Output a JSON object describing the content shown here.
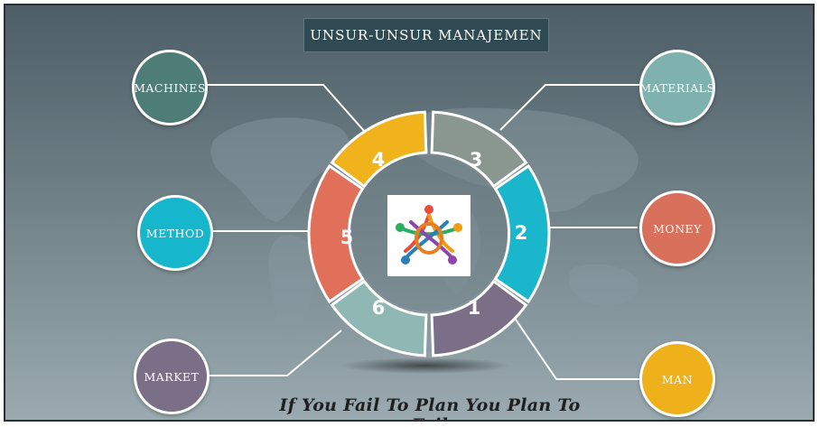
{
  "title": "UNSUR-UNSUR MANAJEMEN",
  "slogan": "If You Fail To Plan You Plan To Fail",
  "elements": [
    {
      "label": "MACHINES",
      "color": "#4d7d76"
    },
    {
      "label": "MATERIALS",
      "color": "#7fb2ae"
    },
    {
      "label": "METHOD",
      "color": "#16b6cc"
    },
    {
      "label": "MONEY",
      "color": "#d9705c"
    },
    {
      "label": "MARKET",
      "color": "#7a6f86"
    },
    {
      "label": "MAN",
      "color": "#eeb11c"
    }
  ],
  "segments": [
    {
      "number": "1",
      "color": "#7a6f86"
    },
    {
      "number": "2",
      "color": "#19b6cc"
    },
    {
      "number": "3",
      "color": "#8a9690"
    },
    {
      "number": "4",
      "color": "#f0b31c"
    },
    {
      "number": "5",
      "color": "#e07059"
    },
    {
      "number": "6",
      "color": "#8fb8b4"
    }
  ],
  "colors": {
    "background_top": "#4d5e66",
    "background_bottom": "#9aaab0",
    "title_box": "#2f4a52",
    "connector": "#ffffff"
  }
}
